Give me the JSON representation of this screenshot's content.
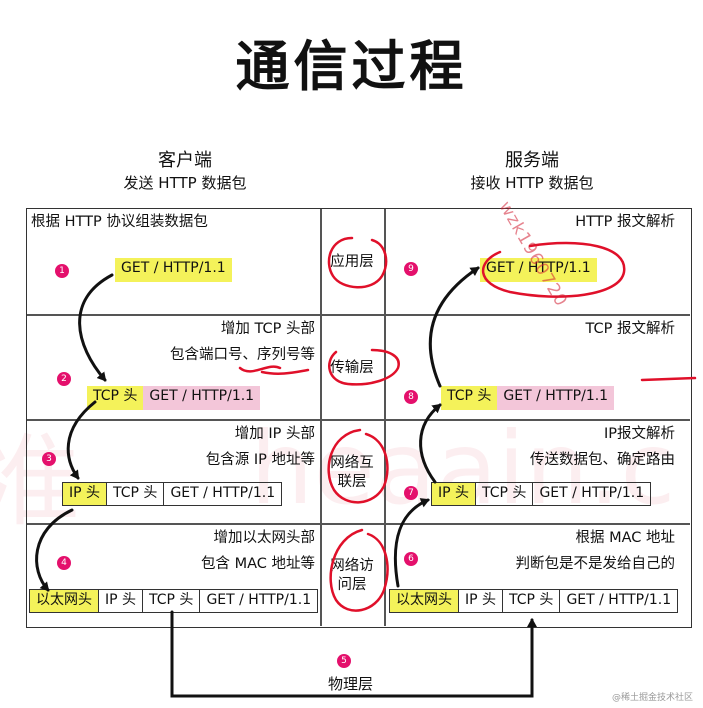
{
  "title": "通信过程",
  "client": {
    "title": "客户端",
    "subtitle": "发送 HTTP 数据包"
  },
  "server": {
    "title": "服务端",
    "subtitle": "接收 HTTP 数据包"
  },
  "layers": {
    "application": "应用层",
    "transport": "传输层",
    "network_line1": "网络互",
    "network_line2": "联层",
    "link_line1": "网络访",
    "link_line2": "问层",
    "physical": "物理层"
  },
  "client_steps": {
    "app": "根据 HTTP 协议组装数据包",
    "transport_1": "增加 TCP 头部",
    "transport_2": "包含端口号、序列号等",
    "network_1": "增加 IP 头部",
    "network_2": "包含源 IP 地址等",
    "link_1": "增加以太网头部",
    "link_2": "包含 MAC 地址等"
  },
  "server_steps": {
    "app": "HTTP 报文解析",
    "transport": "TCP 报文解析",
    "network_1": "IP报文解析",
    "network_2": "传送数据包、确定路由",
    "link_1": "根据 MAC 地址",
    "link_2": "判断包是不是发给自己的"
  },
  "packet": {
    "ethernet": "以太网头",
    "ip": "IP 头",
    "tcp": "TCP 头",
    "http": "GET / HTTP/1.1"
  },
  "badges": [
    "1",
    "2",
    "3",
    "4",
    "5",
    "6",
    "7",
    "8",
    "9"
  ],
  "watermarks": {
    "big_left": "准",
    "big_right": "heaain.c",
    "diagonal": "wzk1960720"
  },
  "footer": "@稀土掘金技术社区",
  "colors": {
    "header_yellow": "#f4f25a",
    "http_pink": "#f3c6d9",
    "badge": "#e4106c",
    "annotation_red": "#e0102a"
  }
}
